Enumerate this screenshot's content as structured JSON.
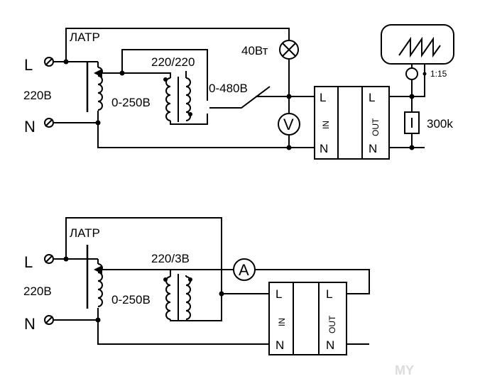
{
  "top_circuit": {
    "line_label": "L",
    "neutral_label": "N",
    "voltage_label": "220В",
    "latr_label": "ЛАТР",
    "latr_range": "0-250В",
    "transformer_ratio": "220/220",
    "output_range": "0-480В",
    "lamp_label": "40Вт",
    "voltmeter_symbol": "V",
    "module": {
      "in_l": "L",
      "in_n": "N",
      "in_label": "IN",
      "out_l": "L",
      "out_n": "N",
      "out_label": "OUT"
    },
    "probe_ratio": "1:15",
    "resistor_label": "300k"
  },
  "bottom_circuit": {
    "line_label": "L",
    "neutral_label": "N",
    "voltage_label": "220В",
    "latr_label": "ЛАТР",
    "latr_range": "0-250В",
    "transformer_ratio": "220/3В",
    "ammeter_symbol": "A",
    "module": {
      "in_l": "L",
      "in_n": "N",
      "in_label": "IN",
      "out_l": "L",
      "out_n": "N",
      "out_label": "OUT"
    }
  },
  "watermark": "MY"
}
